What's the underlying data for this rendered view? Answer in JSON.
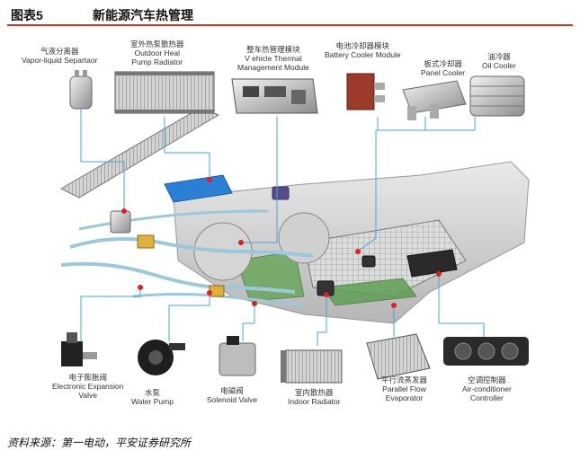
{
  "figure": {
    "number": "图表5",
    "title": "新能源汽车热管理",
    "source": "资料来源：第一电动，平安证券研究所"
  },
  "components": [
    {
      "key": "separator",
      "cn": "气液分离器",
      "en": [
        "Vapor-liquid Separtaor"
      ]
    },
    {
      "key": "outdoor-radiator",
      "cn": "室外热泵散热器",
      "en": [
        "Outdoor Heal",
        "Pump Radiator"
      ]
    },
    {
      "key": "thermal-module",
      "cn": "整车热管理模块",
      "en": [
        "V ehicle Thermal",
        "Management Module"
      ]
    },
    {
      "key": "battery-cooler",
      "cn": "电池冷却器模块",
      "en": [
        "Battery Cooler Module"
      ]
    },
    {
      "key": "panel-cooler",
      "cn": "板式冷却器",
      "en": [
        "Panel Cooler"
      ]
    },
    {
      "key": "oil-cooler",
      "cn": "油冷器",
      "en": [
        "Oil Cooler"
      ]
    },
    {
      "key": "expansion-valve",
      "cn": "电子膨胀阀",
      "en": [
        "Electronic Expansion",
        "Valve"
      ]
    },
    {
      "key": "water-pump",
      "cn": "水泵",
      "en": [
        "Water Pump"
      ]
    },
    {
      "key": "solenoid-valve",
      "cn": "电磁阀",
      "en": [
        "Solenoid Valve"
      ]
    },
    {
      "key": "indoor-radiator",
      "cn": "室内散热器",
      "en": [
        "Indoor Radiator"
      ]
    },
    {
      "key": "parallel-evaporator",
      "cn": "平行流蒸发器",
      "en": [
        "Parallel Flow",
        "Evaporator"
      ]
    },
    {
      "key": "ac-controller",
      "cn": "空调控制器",
      "en": [
        "Air-conditioner",
        "Controller"
      ]
    }
  ],
  "colors": {
    "accent_rule": "#c0392b",
    "leader_line": "#4aa3d8",
    "marker": "#e02020",
    "pipe": "#9cc8dc",
    "module_blue": "#2b7fd4",
    "body_gray": "#c9c9c9"
  }
}
